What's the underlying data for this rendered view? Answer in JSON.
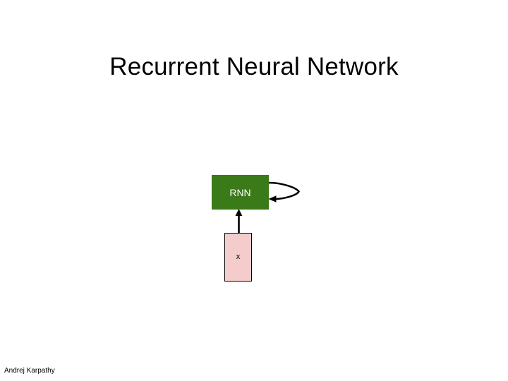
{
  "slide": {
    "title": "Recurrent Neural Network",
    "author": "Andrej Karpathy",
    "background_color": "#ffffff"
  },
  "diagram": {
    "type": "rnn-unit-diagram",
    "nodes": [
      {
        "id": "rnn",
        "label": "RNN",
        "fill_color": "#3a7a18",
        "text_color": "#ffffff",
        "shape": "rectangle"
      },
      {
        "id": "input",
        "label": "x",
        "fill_color": "#f4cccc",
        "text_color": "#000000",
        "border_color": "#000000",
        "shape": "rectangle"
      }
    ],
    "edges": [
      {
        "id": "input-to-rnn",
        "from": "input",
        "to": "rnn",
        "style": "straight-arrow-up",
        "color": "#000000"
      },
      {
        "id": "rnn-self-loop",
        "from": "rnn",
        "to": "rnn",
        "style": "recurrent-self-loop",
        "color": "#000000"
      }
    ]
  }
}
